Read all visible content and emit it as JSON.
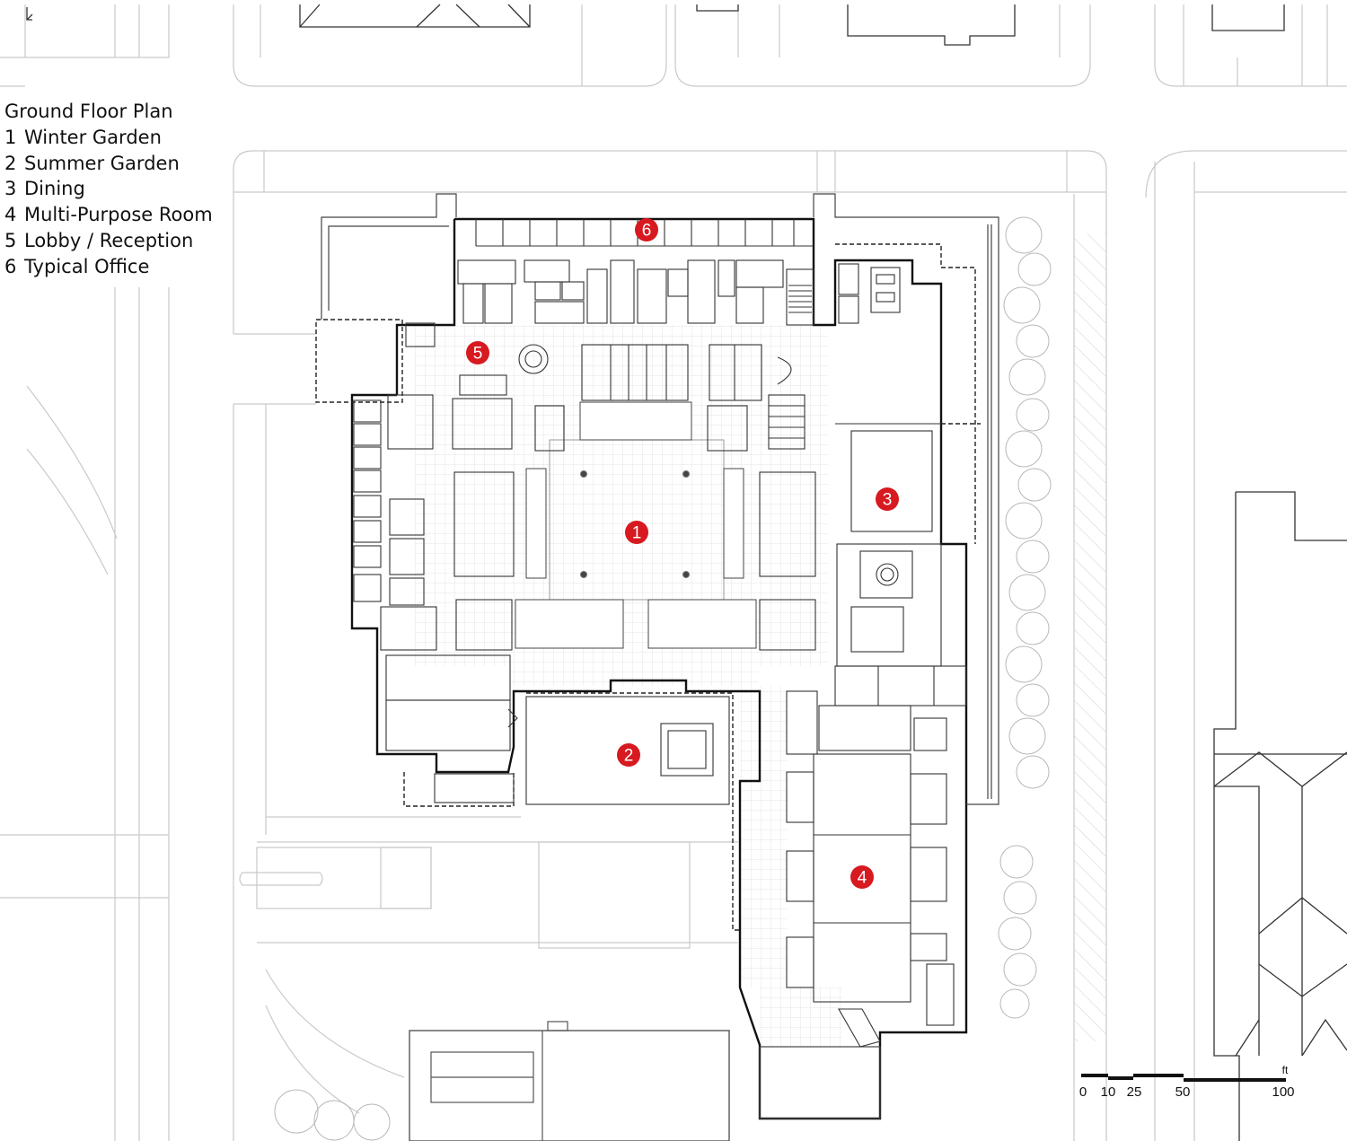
{
  "legend": {
    "title": "Ground Floor Plan",
    "items": [
      {
        "num": "1",
        "label": "Winter Garden"
      },
      {
        "num": "2",
        "label": "Summer Garden"
      },
      {
        "num": "3",
        "label": "Dining"
      },
      {
        "num": "4",
        "label": "Multi-Purpose Room"
      },
      {
        "num": "5",
        "label": "Lobby / Reception"
      },
      {
        "num": "6",
        "label": "Typical Office"
      }
    ]
  },
  "markers": [
    "1",
    "2",
    "3",
    "4",
    "5",
    "6"
  ],
  "scale_bar": {
    "unit": "ft",
    "ticks": [
      "0",
      "10",
      "25",
      "50",
      "100"
    ]
  },
  "colors": {
    "marker": "#d71920",
    "wall": "#111111",
    "context": "#c9c9c9",
    "grid": "#dcdcdc"
  }
}
